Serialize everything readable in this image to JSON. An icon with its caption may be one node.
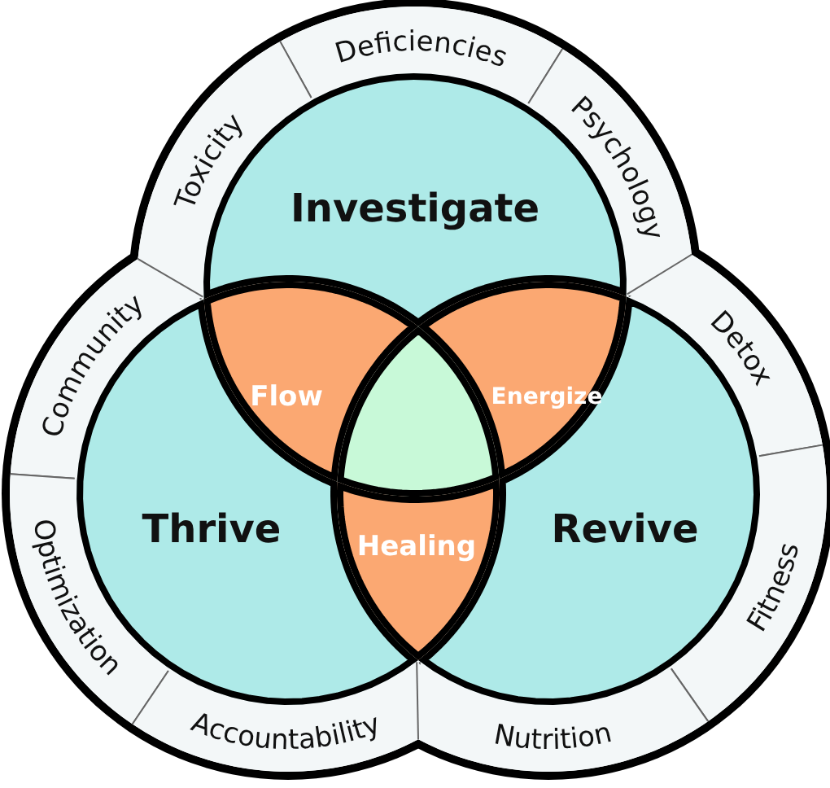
{
  "diagram": {
    "nodes": [
      {
        "text": [
          "Deficiencies"
        ]
      },
      {
        "text": [
          "Toxicity"
        ]
      },
      {
        "text": [
          "Psychology"
        ]
      },
      {
        "text": [
          "Investigate"
        ]
      },
      {
        "text": [
          "Community"
        ]
      },
      {
        "text": [
          "Detox"
        ]
      },
      {
        "text": [
          "Flow"
        ]
      },
      {
        "text": [
          "Energize"
        ]
      },
      {
        "text": [],
        "shape": "triangle"
      },
      {
        "text": [
          "Thrive"
        ]
      },
      {
        "text": [
          "Revive"
        ]
      },
      {
        "text": [
          "Healing"
        ]
      },
      {
        "text": [
          "Optimization"
        ]
      },
      {
        "text": [
          "Fitness"
        ]
      },
      {
        "text": [
          "Accountability"
        ]
      },
      {
        "text": [
          "Nutrition"
        ]
      }
    ]
  }
}
